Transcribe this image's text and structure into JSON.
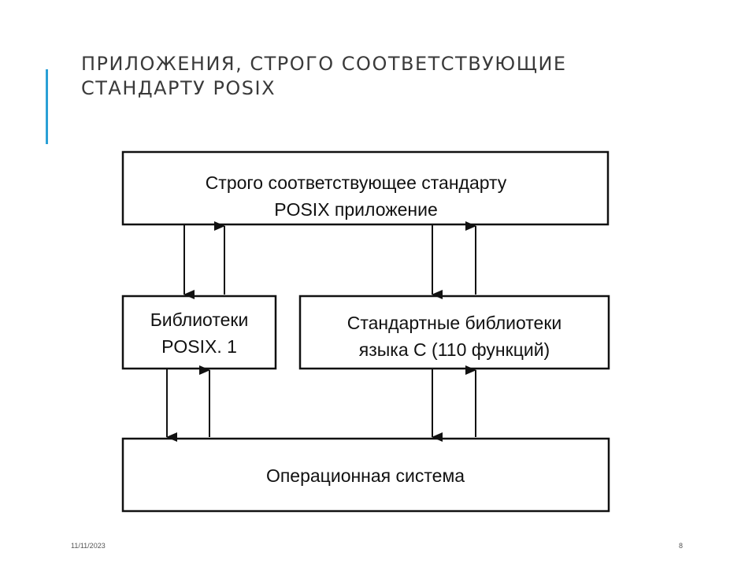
{
  "slide": {
    "title_line1": "ПРИЛОЖЕНИЯ, СТРОГО СООТВЕТСТВУЮЩИЕ",
    "title_line2": "СТАНДАРТУ POSIX",
    "accent_color": "#2aa0d6",
    "date": "11/11/2023",
    "page_number": "8"
  },
  "diagram": {
    "app_box": {
      "line1": "Строго соответствующее стандарту",
      "line2": "POSIX приложение"
    },
    "posix_lib_box": {
      "line1": "Библиотеки",
      "line2": "POSIX. 1"
    },
    "c_lib_box": {
      "line1": "Стандартные библиотеки",
      "line2": "языка С (110 функций)"
    },
    "os_box": {
      "label": "Операционная система"
    }
  }
}
